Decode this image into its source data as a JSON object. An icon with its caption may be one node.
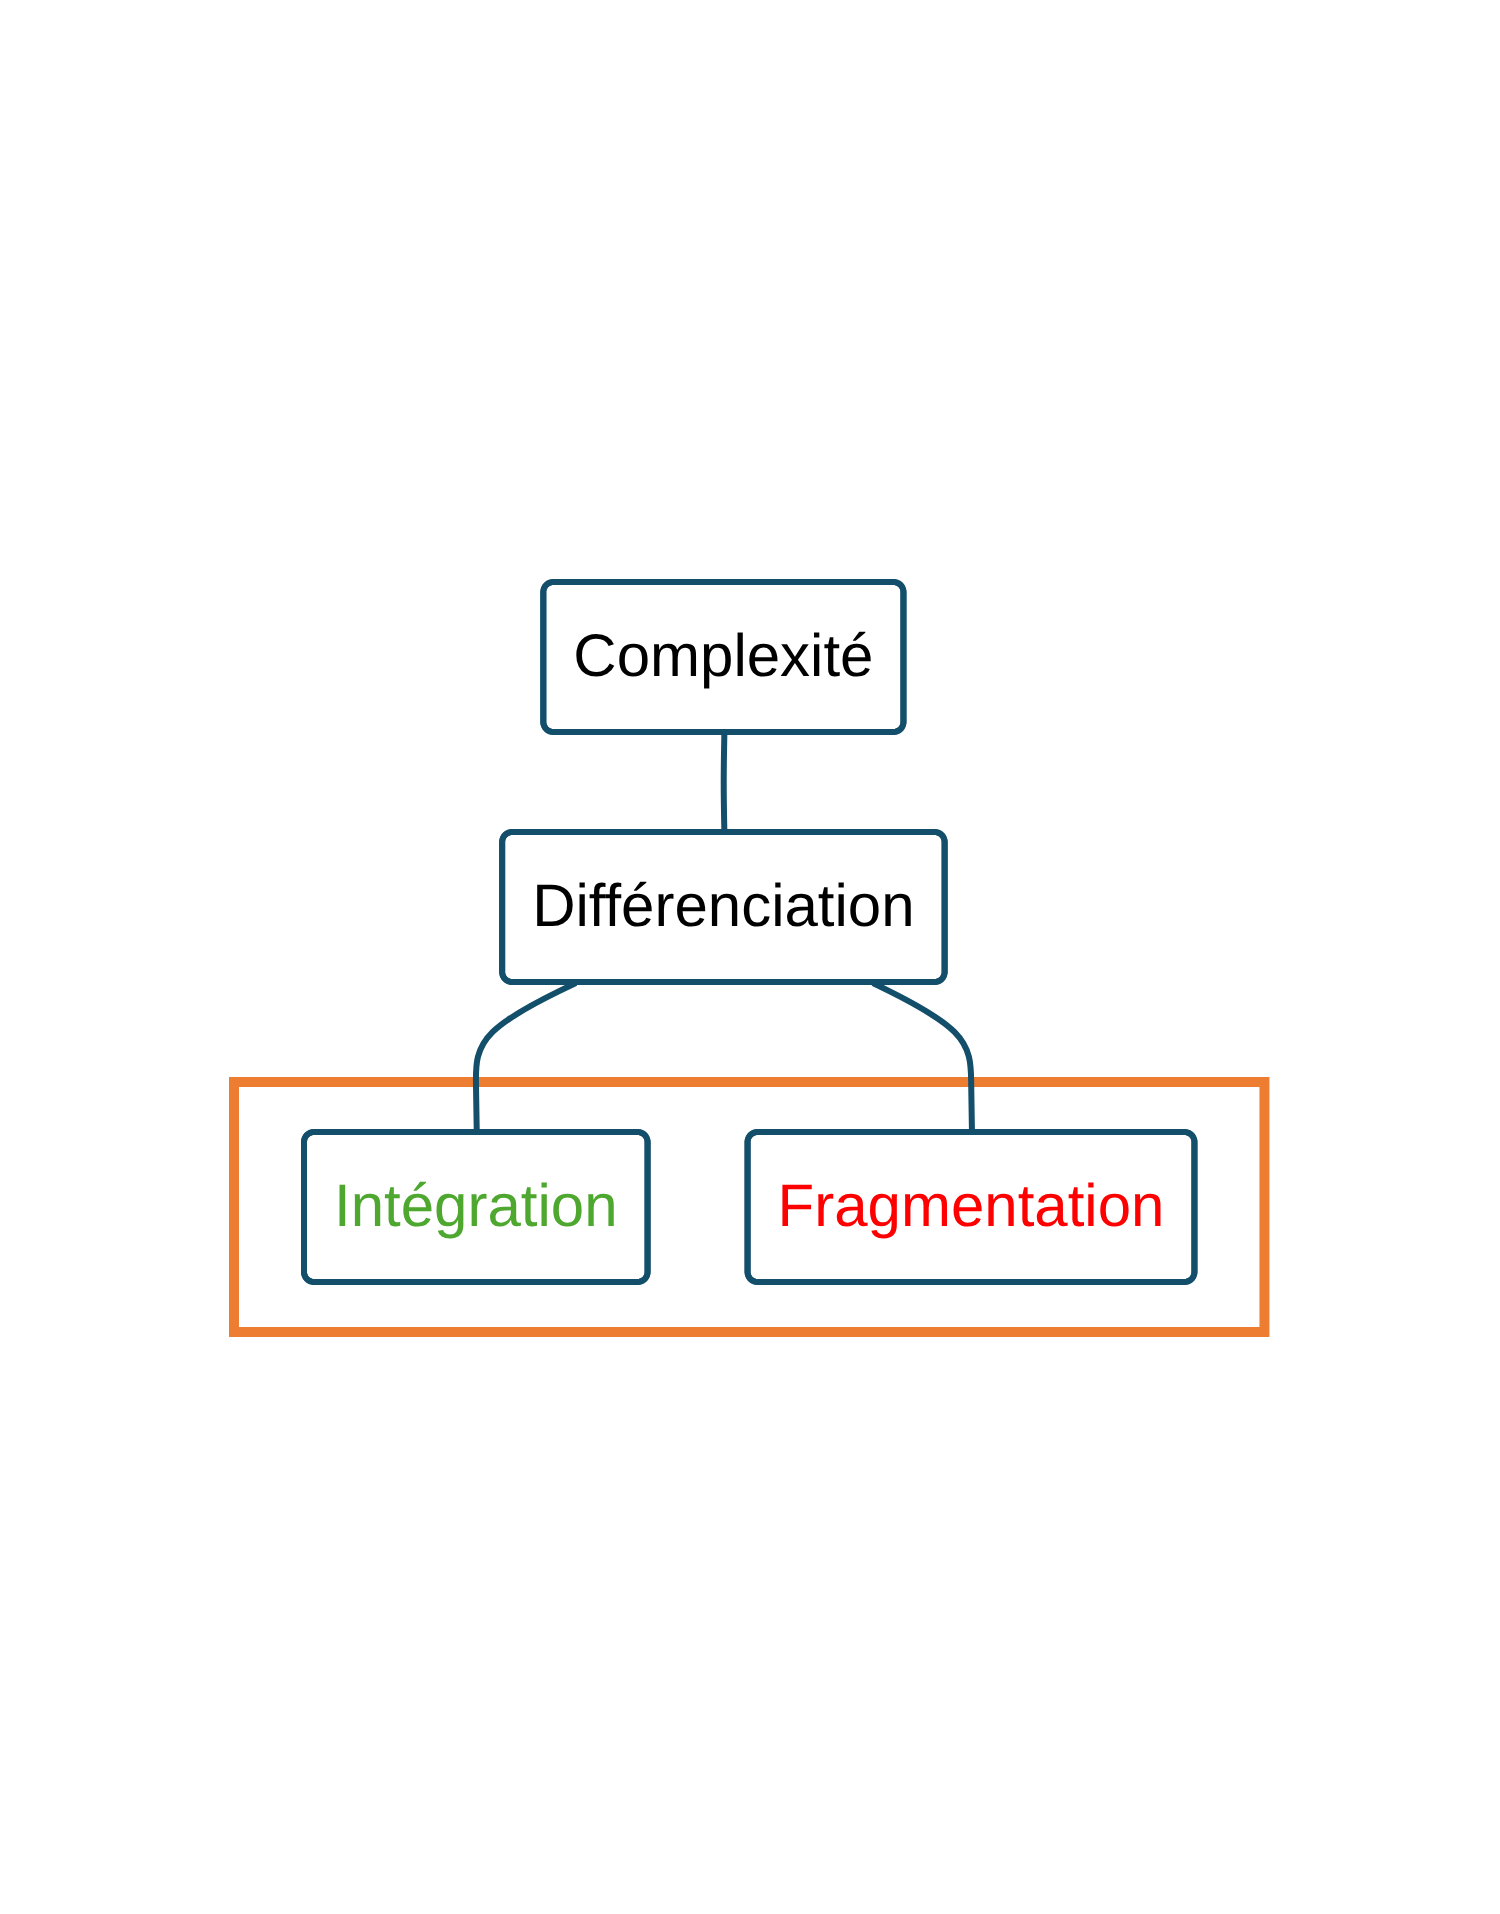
{
  "diagram": {
    "nodes": [
      {
        "text": [
          "Complexité"
        ]
      },
      {
        "text": [
          "Différenciation"
        ]
      },
      {
        "text": [],
        "shape": "box"
      },
      {
        "text": [
          "Intégration"
        ],
        "in": 2
      },
      {
        "text": [
          "Fragmentation"
        ],
        "in": 2
      }
    ],
    "edges": [
      {
        "from": 0,
        "to": 1,
        "arrow": "none"
      },
      {
        "from": 1,
        "to": 3,
        "arrow": "none"
      },
      {
        "from": 1,
        "to": 4,
        "arrow": "none"
      }
    ]
  }
}
